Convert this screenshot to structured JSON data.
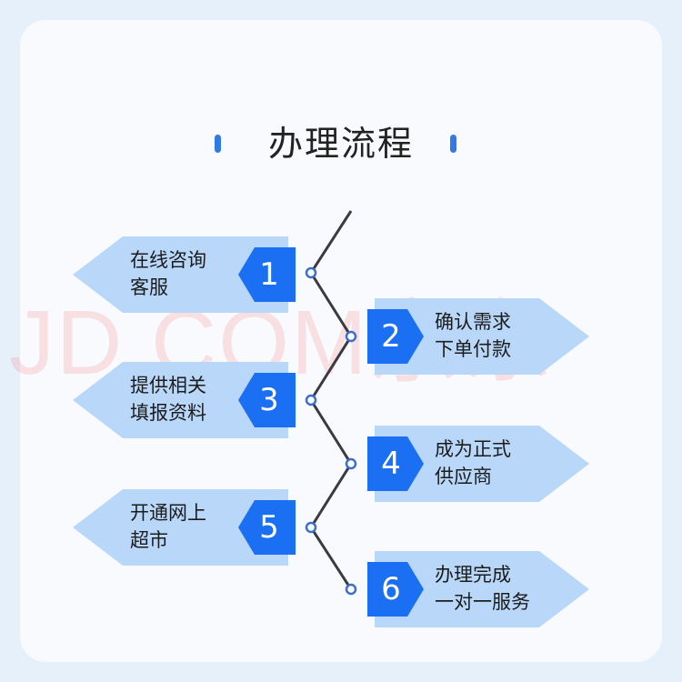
{
  "title": "办理流程",
  "watermark": "JD.COM京东",
  "colors": {
    "tag_fill": "#b9d8f9",
    "badge_fill": "#1a6ff2",
    "line": "#3a3a44",
    "node_stroke": "#3b6fcf",
    "title_dot": "#2f7ae5"
  },
  "steps": [
    {
      "number": "1",
      "line1": "在线咨询",
      "line2": "客服",
      "side": "left"
    },
    {
      "number": "2",
      "line1": "确认需求",
      "line2": "下单付款",
      "side": "right"
    },
    {
      "number": "3",
      "line1": "提供相关",
      "line2": "填报资料",
      "side": "left"
    },
    {
      "number": "4",
      "line1": "成为正式",
      "line2": "供应商",
      "side": "right"
    },
    {
      "number": "5",
      "line1": "开通网上",
      "line2": "超市",
      "side": "left"
    },
    {
      "number": "6",
      "line1": "办理完成",
      "line2": "一对一服务",
      "side": "right"
    }
  ]
}
